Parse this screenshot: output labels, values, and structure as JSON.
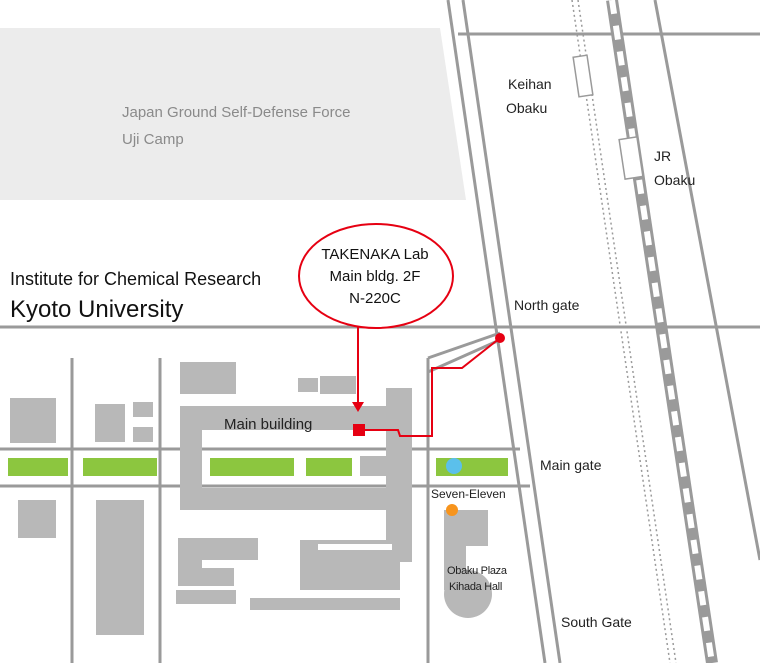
{
  "labels": {
    "gsdf_line1": "Japan Ground Self-Defense Force",
    "gsdf_line2": "Uji Camp",
    "institute": "Institute for Chemical Research",
    "university": "Kyoto University",
    "lab_line1": "TAKENAKA Lab",
    "lab_line2": "Main bldg. 2F",
    "lab_line3": "N-220C",
    "main_building": "Main building",
    "keihan_line1": "Keihan",
    "keihan_line2": "Obaku",
    "jr_line1": "JR",
    "jr_line2": "Obaku",
    "north_gate": "North gate",
    "main_gate": "Main gate",
    "south_gate": "South Gate",
    "seven_eleven": "Seven-Eleven",
    "plaza_line1": "Obaku Plaza",
    "plaza_line2": "Kihada Hall"
  },
  "colors": {
    "building": "#b8b8b8",
    "camp": "#ececec",
    "greenery": "#8cc63f",
    "route": "#e60012",
    "seven_eleven_marker": "#f7941d",
    "water_marker": "#5bc0eb",
    "road": "#9a9a9a"
  },
  "icons": {
    "seven_eleven": "orange-dot-icon",
    "green_marker": "blue-dot-icon",
    "lab_marker": "red-square-icon",
    "north_gate_marker": "red-dot-icon"
  }
}
